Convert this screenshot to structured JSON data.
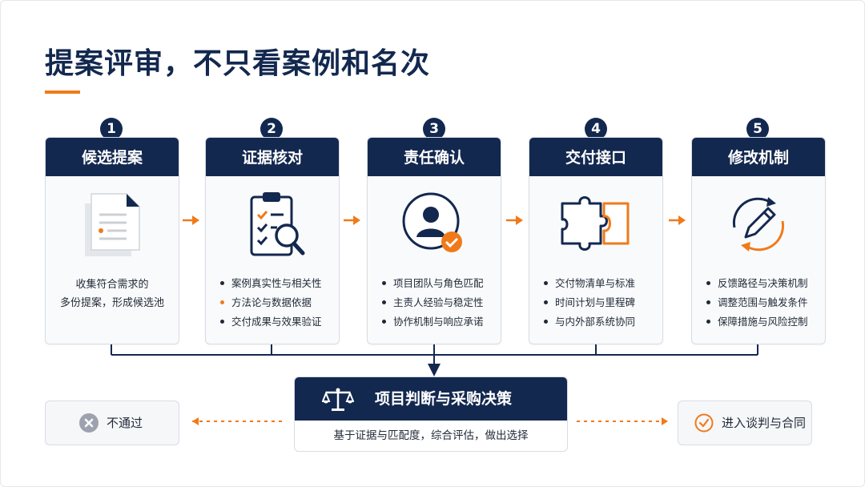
{
  "title": "提案评审，不只看案例和名次",
  "colors": {
    "navy": "#13284f",
    "orange": "#f07a1a"
  },
  "steps": [
    {
      "num": "1",
      "title": "候选提案",
      "icon": "document-icon",
      "desc_lines": [
        "收集符合需求的",
        "多份提案，形成候选池"
      ]
    },
    {
      "num": "2",
      "title": "证据核对",
      "icon": "clipboard-magnifier-icon",
      "bullets": [
        "案例真实性与相关性",
        "方法论与数据依据",
        "交付成果与效果验证"
      ]
    },
    {
      "num": "3",
      "title": "责任确认",
      "icon": "user-check-icon",
      "bullets": [
        "项目团队与角色匹配",
        "主责人经验与稳定性",
        "协作机制与响应承诺"
      ]
    },
    {
      "num": "4",
      "title": "交付接口",
      "icon": "puzzle-icon",
      "bullets": [
        "交付物清单与标准",
        "时间计划与里程碑",
        "与内外部系统协同"
      ]
    },
    {
      "num": "5",
      "title": "修改机制",
      "icon": "pencil-cycle-icon",
      "bullets": [
        "反馈路径与决策机制",
        "调整范围与触发条件",
        "保障措施与风险控制"
      ]
    }
  ],
  "decision": {
    "icon": "scales-icon",
    "title": "项目判断与采购决策",
    "subtitle": "基于证据与匹配度，综合评估，做出选择"
  },
  "outcomes": {
    "reject": {
      "icon": "x-circle-icon",
      "label": "不通过"
    },
    "accept": {
      "icon": "check-circle-icon",
      "label": "进入谈判与合同"
    }
  }
}
